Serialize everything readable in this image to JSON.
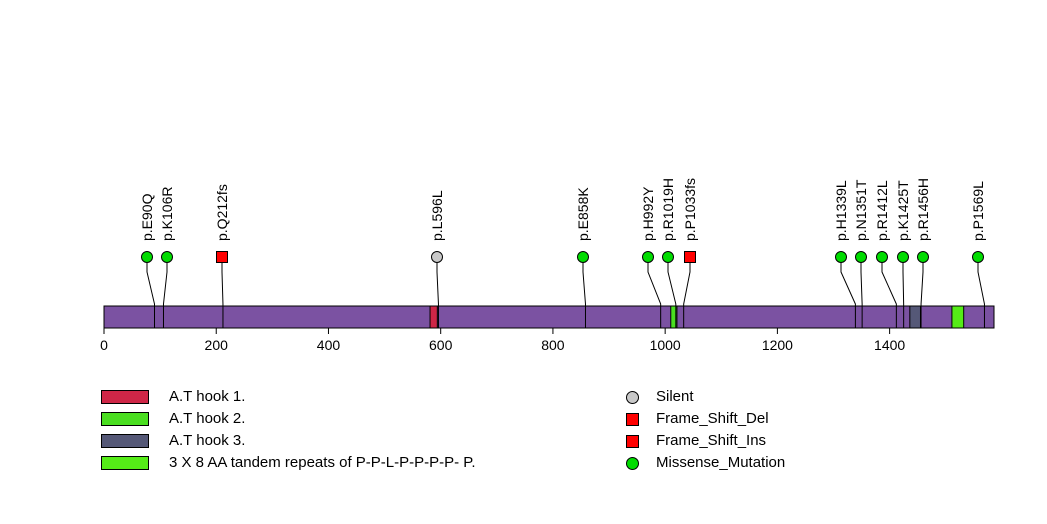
{
  "figure": {
    "background": "#FFFFFF"
  },
  "chart_data": {
    "type": "lollipop",
    "description": "Protein mutation lollipop plot with domain annotations",
    "xlim": [
      0,
      1586
    ],
    "protein_length_aa": 1586,
    "x_ticks": [
      0,
      200,
      400,
      600,
      800,
      1000,
      1200,
      1400
    ],
    "protein_bar_color": "#7B52A2",
    "stem_color": "#000000",
    "mutations": [
      {
        "label": "p.E90Q",
        "position": 90,
        "type": "Missense_Mutation",
        "shape": "circle",
        "color": "#00DC00",
        "label_x": 147
      },
      {
        "label": "p.K106R",
        "position": 106,
        "type": "Missense_Mutation",
        "shape": "circle",
        "color": "#00DC00",
        "label_x": 167
      },
      {
        "label": "p.Q212fs",
        "position": 212,
        "type": "Frame_Shift",
        "shape": "square",
        "color": "#FF0000",
        "label_x": 222
      },
      {
        "label": "p.L596L",
        "position": 596,
        "type": "Silent",
        "shape": "circle",
        "color": "#C8C8C8",
        "label_x": 437
      },
      {
        "label": "p.E858K",
        "position": 858,
        "type": "Missense_Mutation",
        "shape": "circle",
        "color": "#00DC00",
        "label_x": 583
      },
      {
        "label": "p.H992Y",
        "position": 992,
        "type": "Missense_Mutation",
        "shape": "circle",
        "color": "#00DC00",
        "label_x": 648
      },
      {
        "label": "p.R1019H",
        "position": 1019,
        "type": "Missense_Mutation",
        "shape": "circle",
        "color": "#00DC00",
        "label_x": 668
      },
      {
        "label": "p.P1033fs",
        "position": 1033,
        "type": "Frame_Shift",
        "shape": "square",
        "color": "#FF0000",
        "label_x": 690
      },
      {
        "label": "p.H1339L",
        "position": 1339,
        "type": "Missense_Mutation",
        "shape": "circle",
        "color": "#00DC00",
        "label_x": 841
      },
      {
        "label": "p.N1351T",
        "position": 1351,
        "type": "Missense_Mutation",
        "shape": "circle",
        "color": "#00DC00",
        "label_x": 861
      },
      {
        "label": "p.R1412L",
        "position": 1412,
        "type": "Missense_Mutation",
        "shape": "circle",
        "color": "#00DC00",
        "label_x": 882
      },
      {
        "label": "p.K1425T",
        "position": 1425,
        "type": "Missense_Mutation",
        "shape": "circle",
        "color": "#00DC00",
        "label_x": 903
      },
      {
        "label": "p.R1456H",
        "position": 1456,
        "type": "Missense_Mutation",
        "shape": "circle",
        "color": "#00DC00",
        "label_x": 923
      },
      {
        "label": "p.P1569L",
        "position": 1569,
        "type": "Missense_Mutation",
        "shape": "circle",
        "color": "#00DC00",
        "label_x": 978
      }
    ],
    "domains": [
      {
        "name": "A.T hook 1.",
        "start": 581,
        "end": 594,
        "color": "#CE2647"
      },
      {
        "name": "A.T hook 2.",
        "start": 1010,
        "end": 1021,
        "color": "#4ADE20"
      },
      {
        "name": "A.T hook 3.",
        "start": 1436,
        "end": 1455,
        "color": "#555877"
      },
      {
        "name": "3 X 8 AA tandem repeats of P-P-L-P-P-P-P- P.",
        "start": 1511,
        "end": 1532,
        "color": "#55EC17"
      }
    ],
    "legend_mutation_types": [
      {
        "label": "Silent",
        "shape": "circle",
        "color": "#C8C8C8"
      },
      {
        "label": "Frame_Shift_Del",
        "shape": "square",
        "color": "#FF0000"
      },
      {
        "label": "Frame_Shift_Ins",
        "shape": "square",
        "color": "#FF0000"
      },
      {
        "label": "Missense_Mutation",
        "shape": "circle",
        "color": "#00DC00"
      }
    ]
  }
}
